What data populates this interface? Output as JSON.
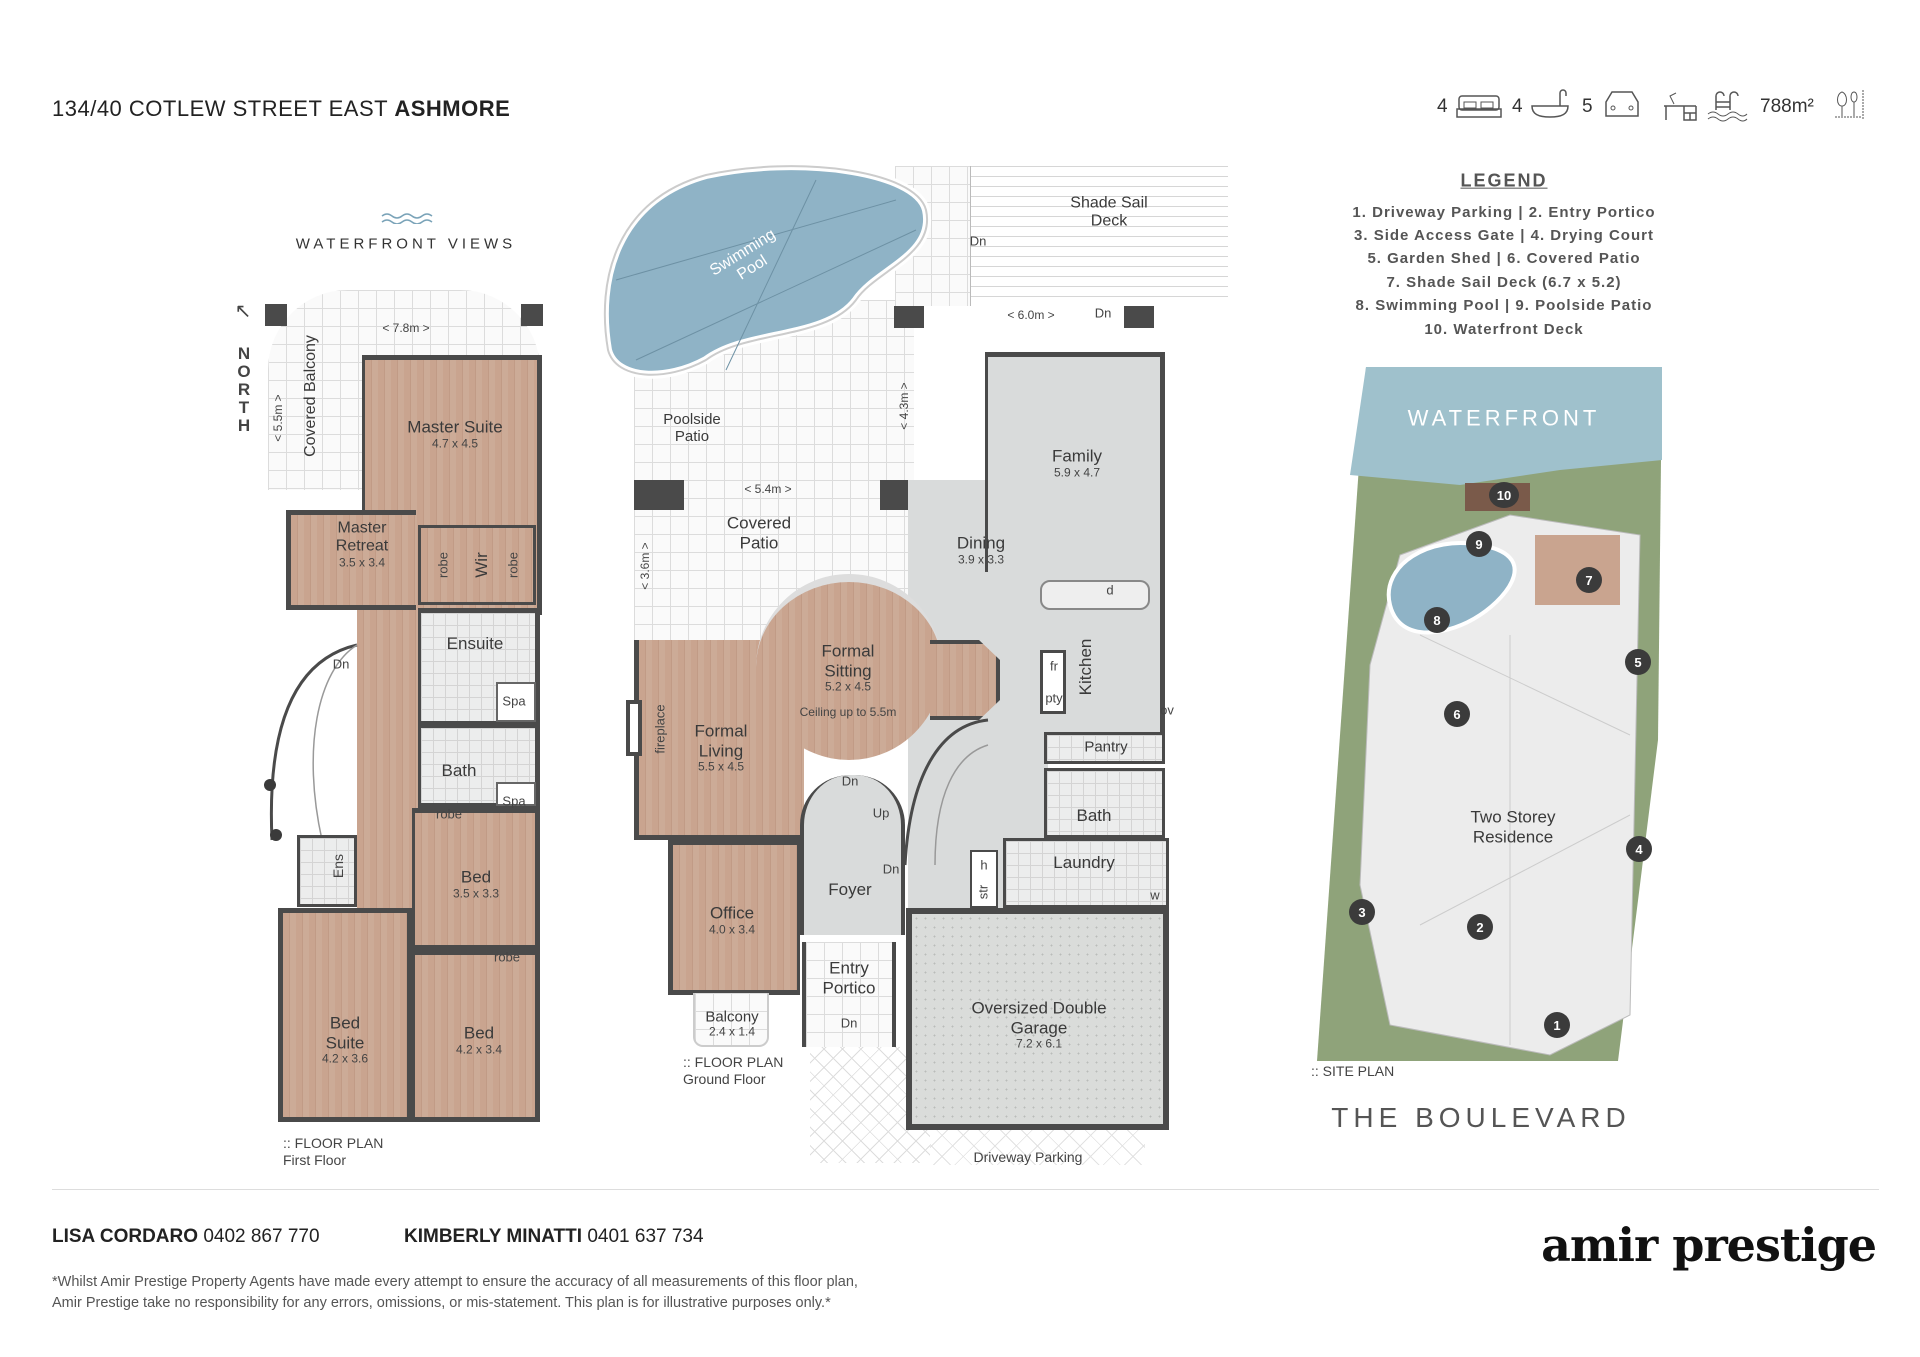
{
  "header": {
    "address": "134/40 COTLEW STREET EAST",
    "suburb": "ASHMORE"
  },
  "stats": {
    "beds": "4",
    "baths": "4",
    "cars": "5",
    "land": "788m²",
    "icons": [
      "bed-icon",
      "bath-icon",
      "car-icon",
      "study-icon",
      "pool-icon",
      "land-icon"
    ]
  },
  "legend": {
    "title": "LEGEND",
    "lines": [
      "1. Driveway Parking  |  2. Entry Portico",
      "3. Side Access Gate  |  4. Drying Court",
      "5. Garden Shed  |  6. Covered Patio",
      "7. Shade Sail Deck (6.7 x 5.2)",
      "8. Swimming Pool  |  9. Poolside Patio",
      "10. Waterfront Deck"
    ]
  },
  "first_floor": {
    "views": "WATERFRONT VIEWS",
    "north": "NORTH",
    "covered_balcony": "Covered Balcony",
    "dim_55": "< 5.5m >",
    "dim_78": "< 7.8m >",
    "master_suite": {
      "name": "Master Suite",
      "size": "4.7 x 4.5"
    },
    "master_retreat": {
      "name": "Master Retreat",
      "size": "3.5 x 3.4"
    },
    "robe": "robe",
    "wir": "Wir",
    "ensuite": "Ensuite",
    "spa": "Spa",
    "bath": "Bath",
    "dn": "Dn",
    "ens": "Ens",
    "bed1": {
      "name": "Bed",
      "size": "3.5 x 3.3"
    },
    "bed_suite": {
      "name": "Bed Suite",
      "size": "4.2 x 3.6"
    },
    "bed2": {
      "name": "Bed",
      "size": "4.2 x 3.4"
    },
    "caption": ":: FLOOR PLAN",
    "sub": "First Floor"
  },
  "ground_floor": {
    "pool": "Swimming Pool",
    "shade": "Shade Sail Deck",
    "dn": "Dn",
    "up": "Up",
    "poolside": "Poolside Patio",
    "covered": "Covered Patio",
    "dim_54": "< 5.4m >",
    "dim_36": "< 3.6m >",
    "dim_43": "< 4.3m >",
    "dim_60": "< 6.0m >",
    "family": {
      "name": "Family",
      "size": "5.9 x 4.7"
    },
    "dining": {
      "name": "Dining",
      "size": "3.9 x 3.3"
    },
    "kitchen": "Kitchen",
    "fr": "fr",
    "pty": "pty",
    "d": "d",
    "ov": "ov",
    "sitting": {
      "name": "Formal Sitting",
      "size": "5.2 x 4.5",
      "note": "Ceiling up to 5.5m"
    },
    "living": {
      "name": "Formal Living",
      "size": "5.5 x 4.5"
    },
    "fireplace": "fireplace",
    "foyer": "Foyer",
    "office": {
      "name": "Office",
      "size": "4.0 x 3.4"
    },
    "balcony": {
      "name": "Balcony",
      "size": "2.4 x 1.4"
    },
    "portico": "Entry Portico",
    "pantry": "Pantry",
    "bath": "Bath",
    "laundry": "Laundry",
    "h": "h",
    "str": "str",
    "w": "w",
    "garage": {
      "name": "Oversized Double Garage",
      "size": "7.2 x 6.1"
    },
    "driveway": "Driveway Parking",
    "caption": ":: FLOOR PLAN",
    "sub": "Ground Floor"
  },
  "site": {
    "waterfront": "WATERFRONT",
    "residence": "Two Storey Residence",
    "caption": ":: SITE PLAN",
    "street": "THE BOULEVARD",
    "markers": [
      "1",
      "2",
      "3",
      "4",
      "5",
      "6",
      "7",
      "8",
      "9",
      "10"
    ]
  },
  "footer": {
    "agent1": "LISA CORDARO",
    "phone1": "0402 867 770",
    "agent2": "KIMBERLY MINATTI",
    "phone2": "0401 637 734",
    "disclaimer1": "*Whilst Amir Prestige Property Agents have made every attempt to ensure the accuracy of all measurements of this floor plan,",
    "disclaimer2": "Amir Prestige take no responsibility for any errors, omissions, or mis-statement. This plan is for illustrative purposes only.*",
    "logo": "amir prestige"
  },
  "colors": {
    "wood": "#c9a48f",
    "water": "#8fb3c6",
    "wall": "#4a4a4a",
    "grass": "#8fa37a"
  }
}
